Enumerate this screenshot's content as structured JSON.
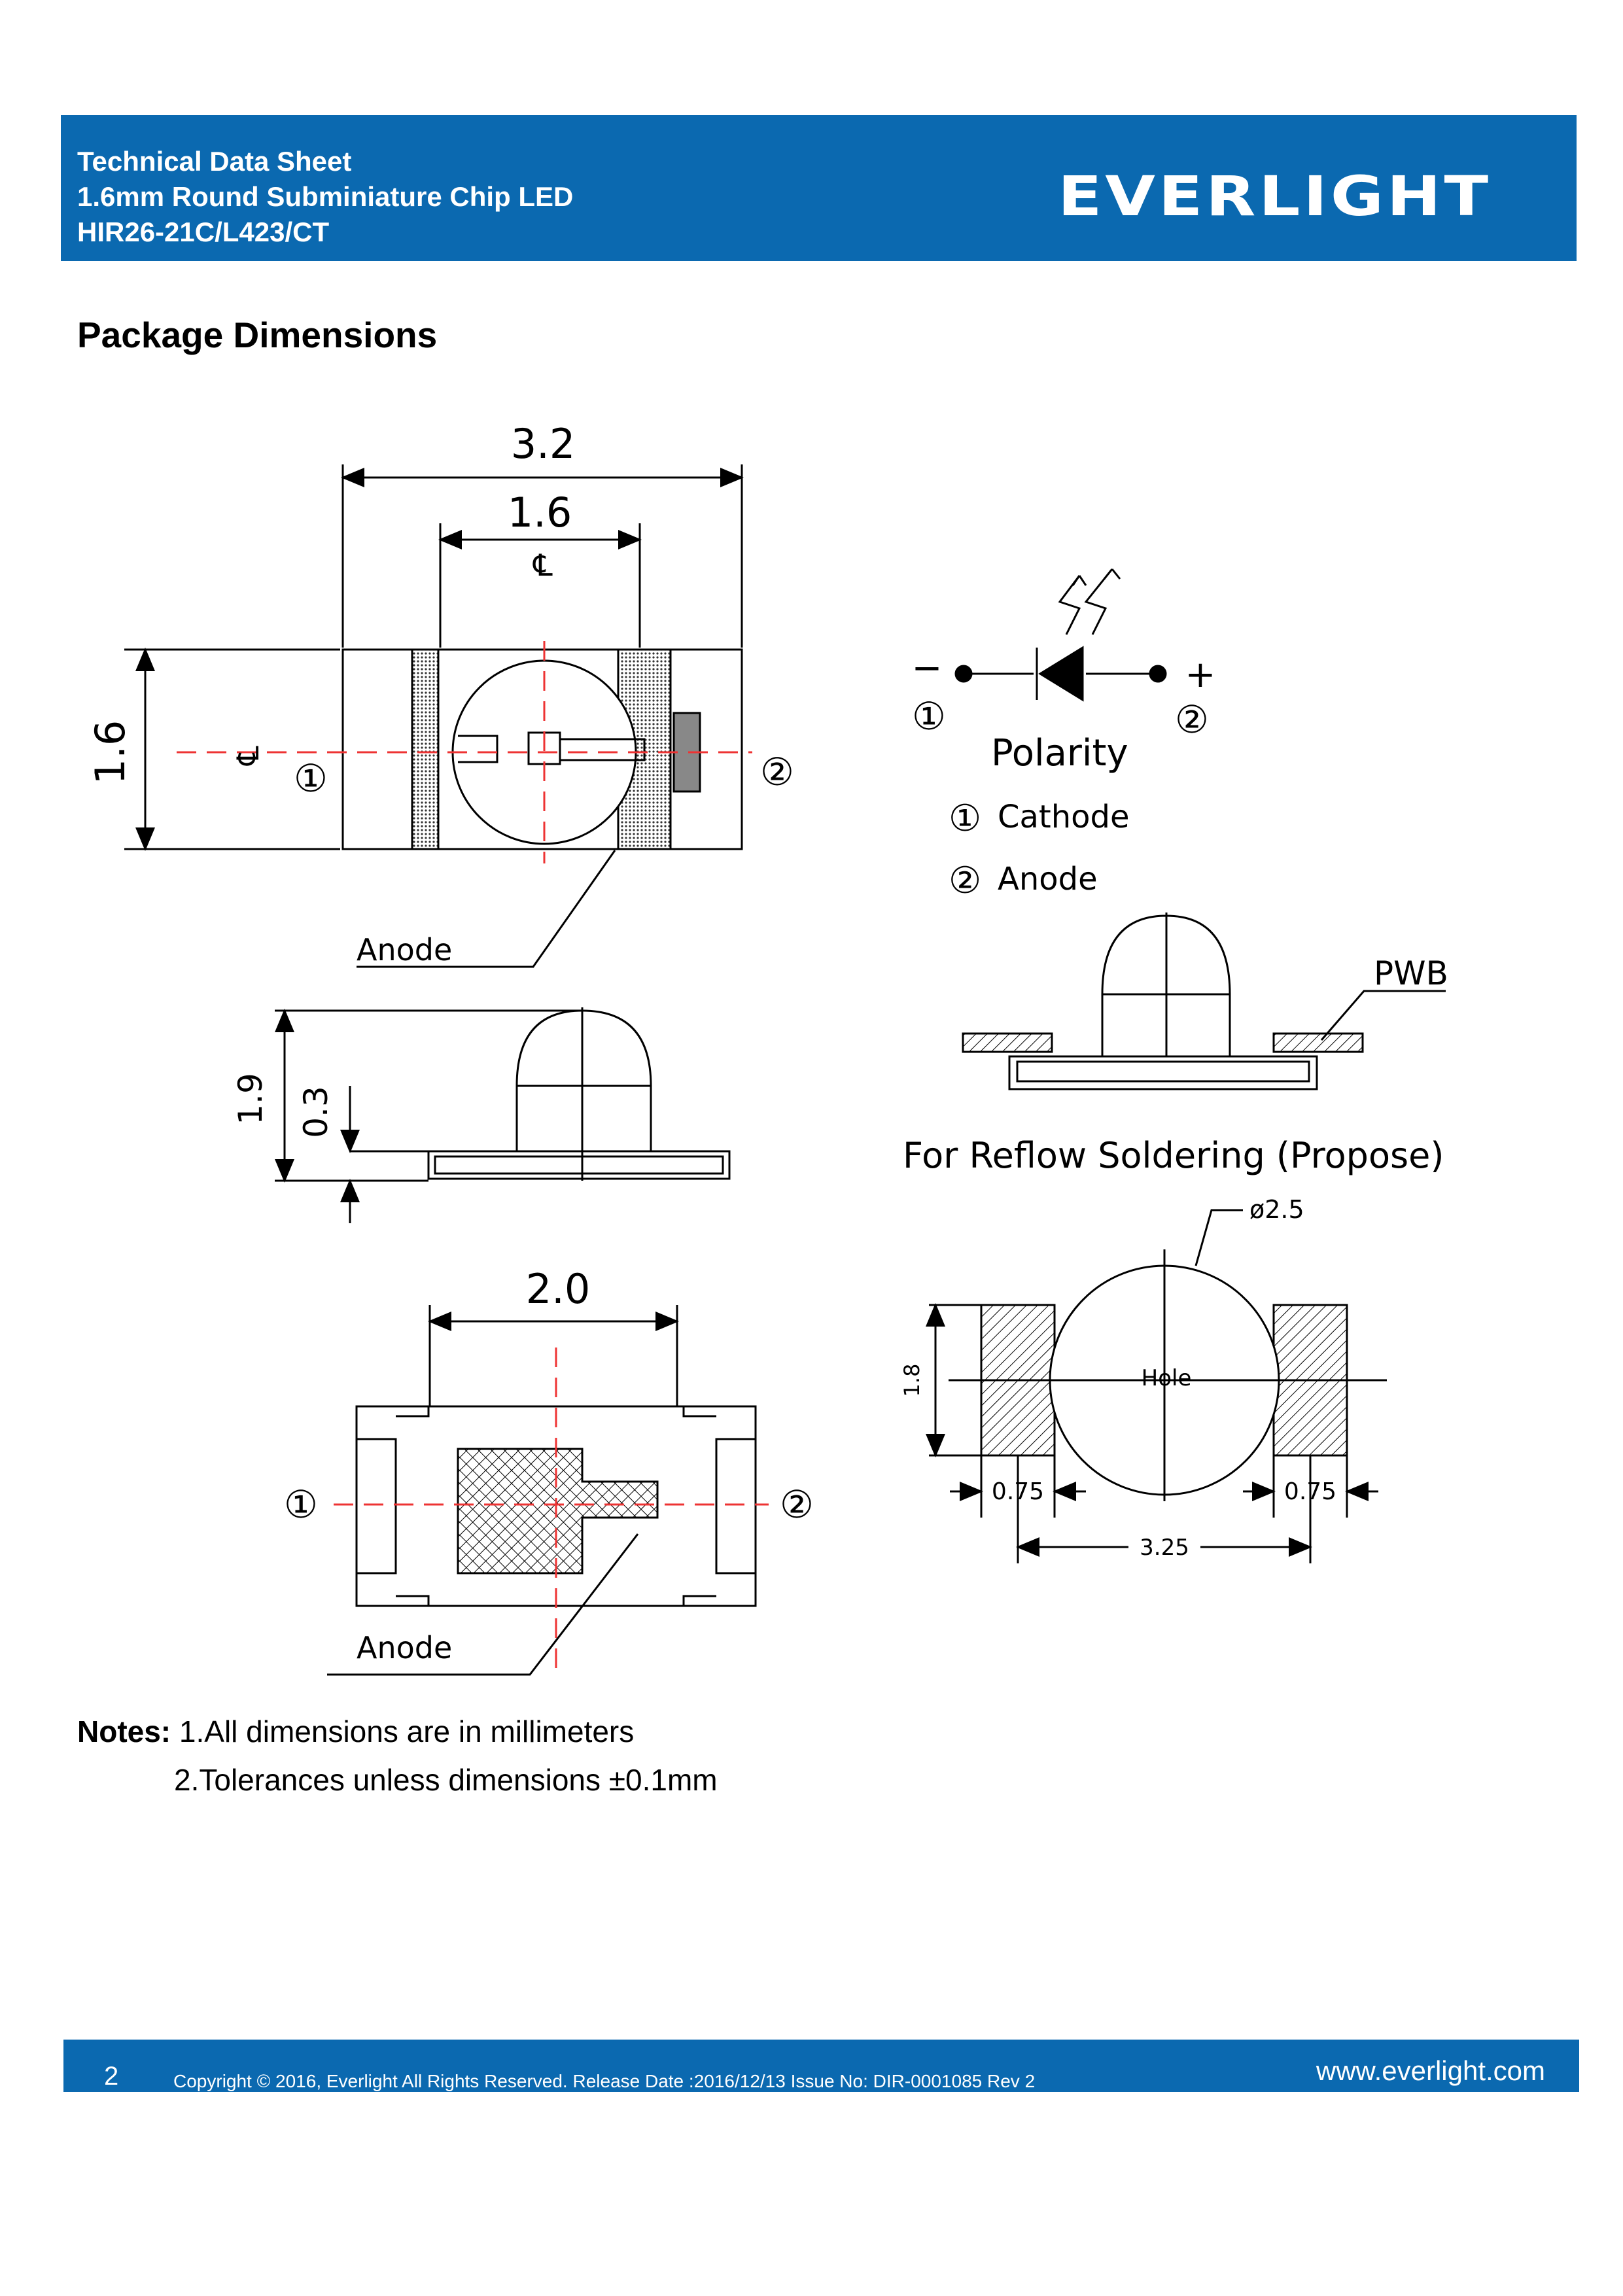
{
  "header": {
    "line1": "Technical Data Sheet",
    "line2": "1.6mm Round Subminiature Chip LED",
    "line3": "HIR26-21C/L423/CT",
    "logo_text": "EVERLIGHT",
    "bg_color": "#0b69b0"
  },
  "section_title": "Package Dimensions",
  "drawing": {
    "dim_32": "3.2",
    "dim_16_top": "1.6",
    "dim_16_side": "1.6",
    "centerline": "℄",
    "pin1": "①",
    "pin2": "②",
    "anode_label": "Anode",
    "dim_19": "1.9",
    "dim_03": "0.3",
    "dim_20": "2.0",
    "polarity_minus": "−",
    "polarity_plus": "+",
    "polarity_label": "Polarity",
    "cathode_label": "Cathode",
    "anode_item_label": "Anode",
    "pwb_label": "PWB",
    "reflow_title": "For Reflow Soldering (Propose)",
    "dia_label": "ø2.5",
    "hole_label": "Hole",
    "dim_18": "1.8",
    "dim_075_left": "0.75",
    "dim_075_right": "0.75",
    "dim_325": "3.25"
  },
  "notes": {
    "label": "Notes:",
    "note1": "1.All dimensions are in millimeters",
    "note2": "2.Tolerances unless dimensions ±0.1mm"
  },
  "footer": {
    "page_number": "2",
    "copyright": "Copyright © 2016, Everlight All Rights Reserved. Release Date :2016/12/13    Issue No: DIR-0001085      Rev 2",
    "website": "www.everlight.com"
  }
}
